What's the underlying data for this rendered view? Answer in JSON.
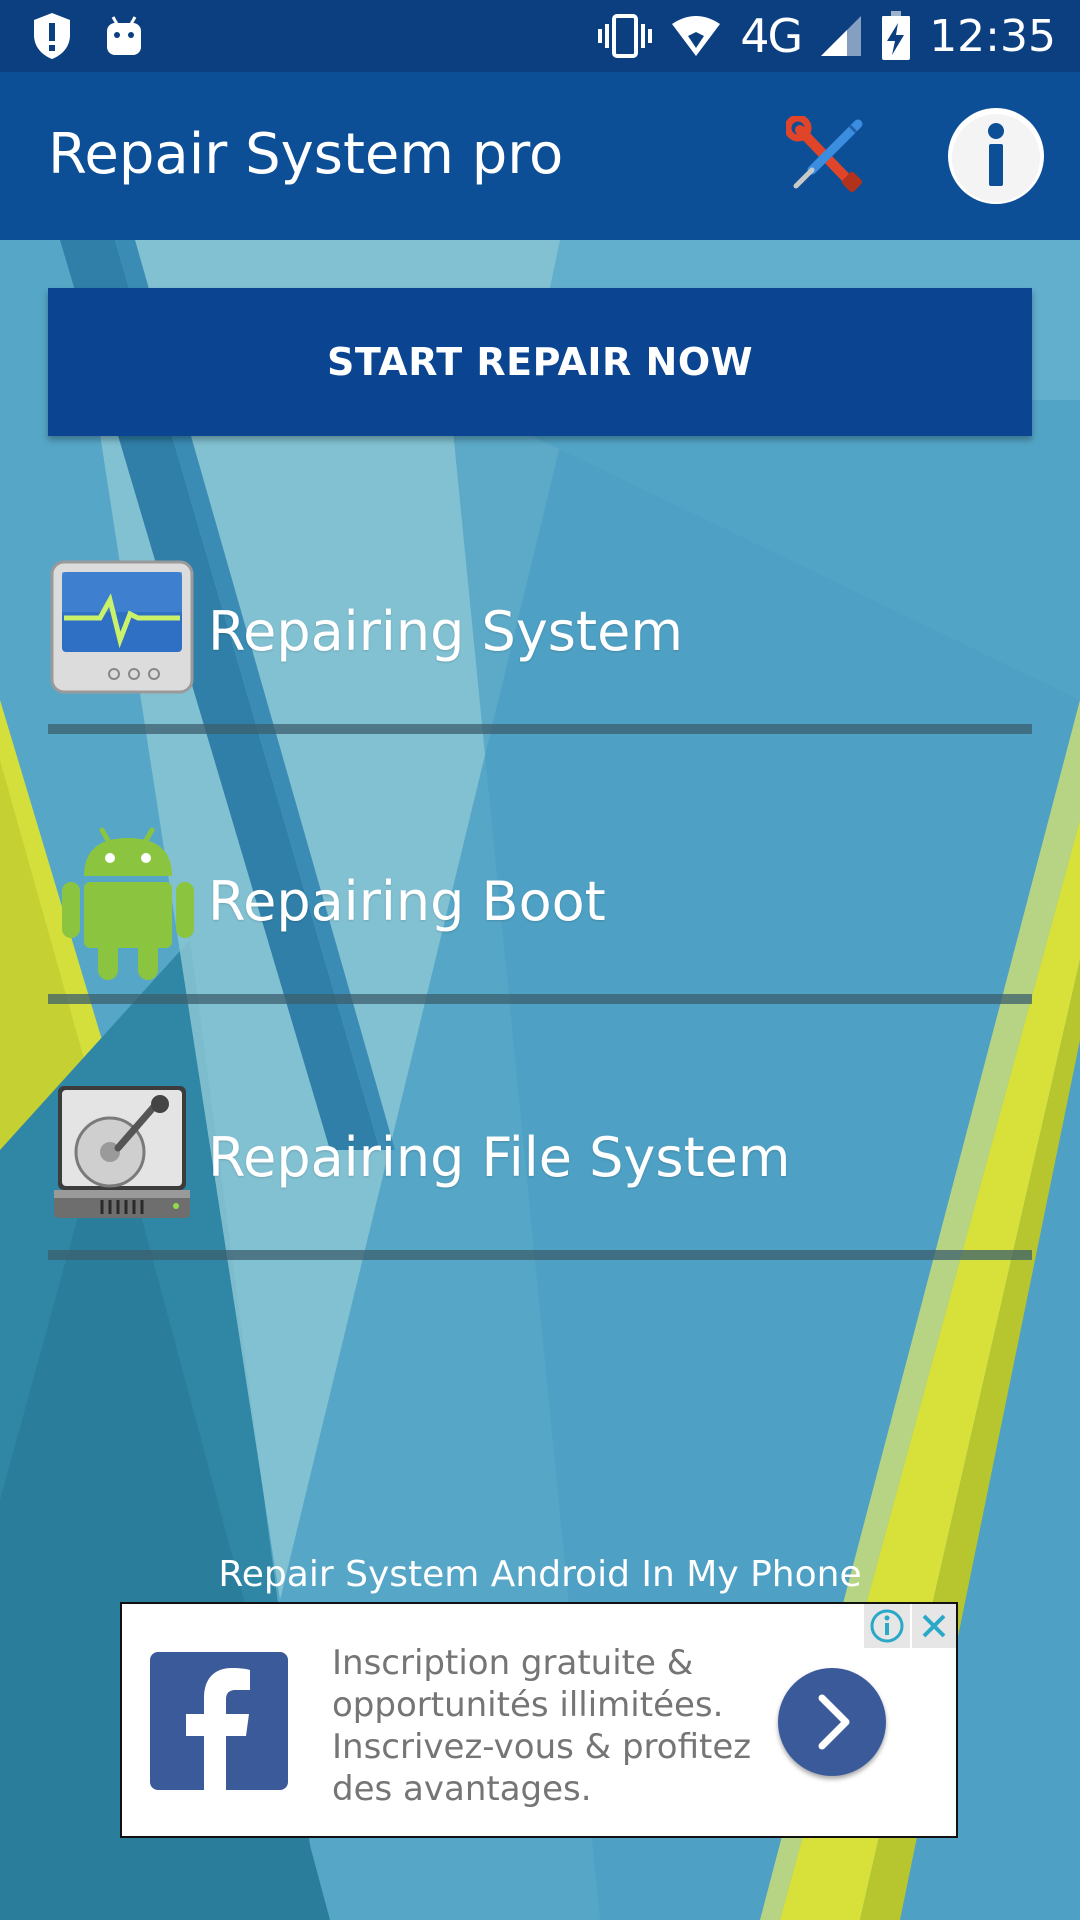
{
  "status_bar": {
    "network": "4G",
    "time": "12:35"
  },
  "app_bar": {
    "title": "Repair System pro"
  },
  "actions": {
    "start_label": "START REPAIR NOW"
  },
  "repair_items": [
    {
      "label": "Repairing System",
      "icon": "monitor-pulse-icon"
    },
    {
      "label": "Repairing Boot",
      "icon": "android-robot-icon"
    },
    {
      "label": "Repairing File System",
      "icon": "hard-drive-icon"
    }
  ],
  "footer": {
    "caption": "Repair System Android In My Phone"
  },
  "ad": {
    "text": "Inscription gratuite & opportunités illimitées. Inscrivez-vous & profitez des avantages."
  },
  "colors": {
    "status_bar": "#0b3f80",
    "app_bar": "#0d4f96",
    "button": "#0b4490",
    "background": "#4fa3c4",
    "accent_yellow": "#d8e23a",
    "facebook": "#3b5a9a"
  }
}
